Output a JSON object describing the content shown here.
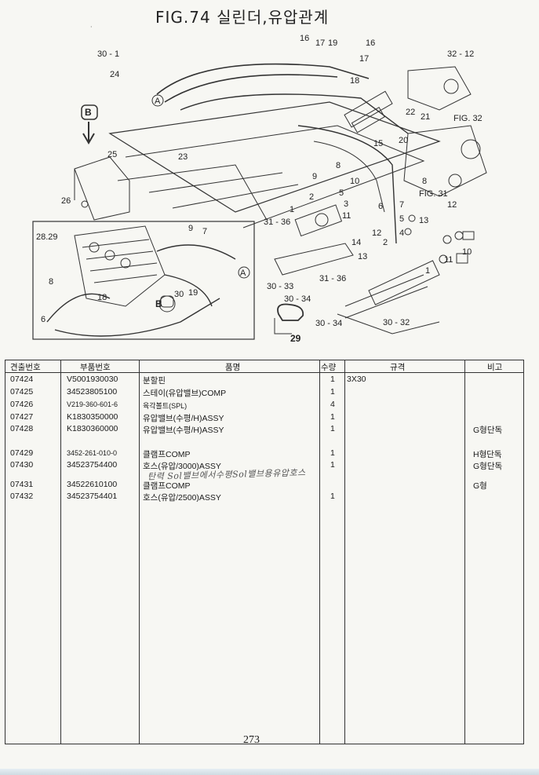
{
  "title": "FIG.74 실린더,유압관계",
  "page_number": "273",
  "handwritten_note": "탄력 Sol밸브에서수평Sol밸브용유압호스",
  "diagram": {
    "callouts": [
      "30-1",
      "24",
      "16",
      "17",
      "19",
      "18",
      "16",
      "17",
      "32-12",
      "15",
      "22",
      "21",
      "FIG.32",
      "20",
      "B",
      "A",
      "25",
      "23",
      "8",
      "9",
      "10",
      "2",
      "5",
      "3",
      "11",
      "1",
      "6",
      "7",
      "5",
      "4",
      "13",
      "12",
      "2",
      "28.29",
      "9",
      "7",
      "A",
      "31-36",
      "14",
      "13",
      "12",
      "11",
      "10",
      "FIG.31",
      "8",
      "18",
      "30",
      "19",
      "30-33",
      "30-34",
      "31-36",
      "1",
      "29",
      "30-34",
      "30-32",
      "26",
      "6",
      "B"
    ]
  },
  "table": {
    "headers": {
      "no": "견출번호",
      "part": "부품번호",
      "name": "품명",
      "qty": "수량",
      "spec": "규격",
      "note": "비고"
    },
    "rows": [
      {
        "no": "07424",
        "part": "V5001930030",
        "name": "분할핀",
        "qty": "1",
        "spec": "3X30",
        "note": ""
      },
      {
        "no": "07425",
        "part": "34523805100",
        "name": "스테이(유압밸브)COMP",
        "qty": "1",
        "spec": "",
        "note": ""
      },
      {
        "no": "07426",
        "part": "V219-360-601-6",
        "name": "육각볼트(SPL)",
        "qty": "4",
        "spec": "",
        "note": ""
      },
      {
        "no": "07427",
        "part": "K1830350000",
        "name": "유압밸브(수평/H)ASSY",
        "qty": "1",
        "spec": "",
        "note": ""
      },
      {
        "no": "07428",
        "part": "K1830360000",
        "name": "유압밸브(수평/H)ASSY",
        "qty": "1",
        "spec": "",
        "note": "G형단독"
      },
      {
        "no": "07429",
        "part": "3452-261-010-0",
        "name": "클램프COMP",
        "qty": "1",
        "spec": "",
        "note": "H형단독"
      },
      {
        "no": "07430",
        "part": "34523754400",
        "name": "호스(유압/3000)ASSY",
        "qty": "1",
        "spec": "",
        "note": "G형단독"
      },
      {
        "no": "07431",
        "part": "34522610100",
        "name": "클램프COMP",
        "qty": "",
        "spec": "",
        "note": "G형"
      },
      {
        "no": "07432",
        "part": "34523754401",
        "name": "호스(유압/2500)ASSY",
        "qty": "1",
        "spec": "",
        "note": ""
      }
    ]
  },
  "colors": {
    "ink": "#222222",
    "paper": "#f7f7f3"
  }
}
